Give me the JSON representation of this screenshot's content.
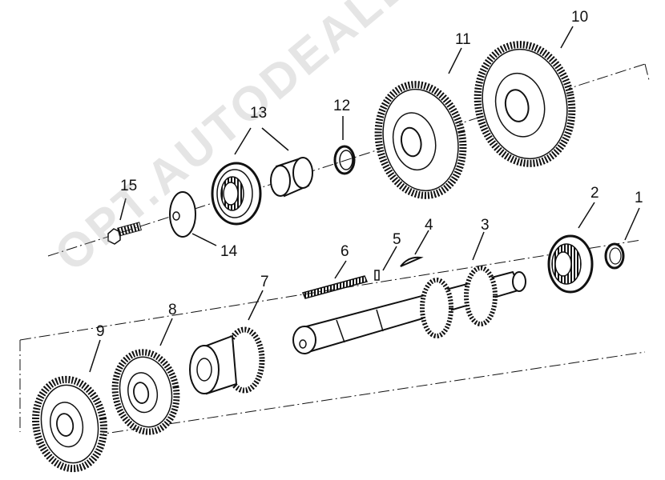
{
  "watermark": "OPT.AUTODEALER.RU",
  "callouts": {
    "c1": "1",
    "c2": "2",
    "c3": "3",
    "c4": "4",
    "c5": "5",
    "c6": "6",
    "c7": "7",
    "c8": "8",
    "c9": "9",
    "c10": "10",
    "c11": "11",
    "c12": "12",
    "c13": "13",
    "c14": "14",
    "c15": "15"
  },
  "colors": {
    "ink": "#111111",
    "paper": "#ffffff",
    "watermark": "#a0a0a0"
  }
}
